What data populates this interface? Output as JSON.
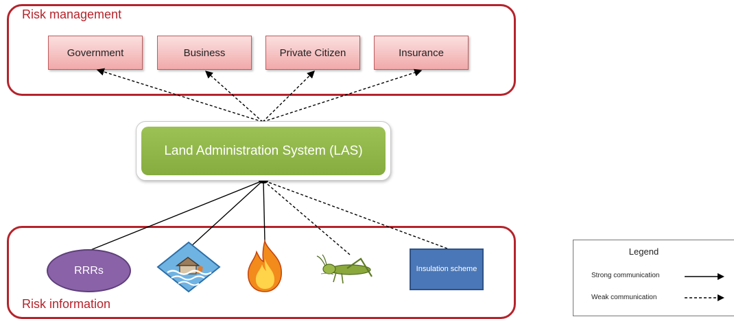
{
  "risk_management": {
    "label": "Risk management",
    "actors": [
      "Government",
      "Business",
      "Private Citizen",
      "Insurance"
    ]
  },
  "las": {
    "label": "Land Administration System (LAS)"
  },
  "risk_information": {
    "label": "Risk information",
    "rrr_label": "RRRs",
    "insulation_label": "Insulation scheme",
    "icons": [
      "flood-icon",
      "fire-icon",
      "grasshopper-icon"
    ]
  },
  "legend": {
    "title": "Legend",
    "strong": "Strong communication",
    "weak": "Weak communication"
  },
  "colors": {
    "group_border": "#b5232b",
    "actor_fill": "#f1a9aa",
    "las_fill": "#8db347",
    "rrr_fill": "#8a62a8",
    "insulation_fill": "#4a77b7"
  }
}
